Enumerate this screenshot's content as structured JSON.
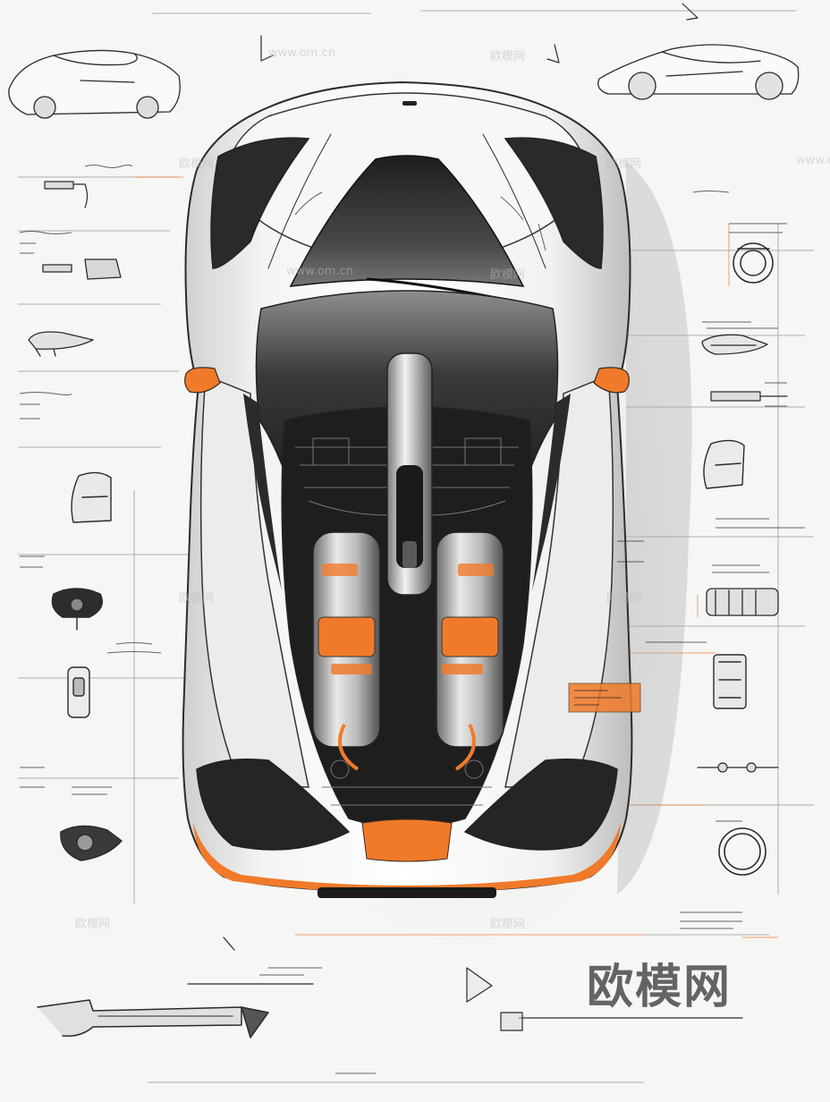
{
  "image": {
    "subject": "supercar top-view technical sketch with cutaway engine and callout part drawings",
    "accent_color": "#f07a2a",
    "ink_color": "#2a2a2a",
    "paper_color": "#f6f6f5"
  },
  "watermark": {
    "logo_text": "欧模网",
    "repeat_text": "欧模网",
    "url_text": "www.om.cn"
  },
  "callout_parts": [
    {
      "name": "side-profile-car-sketch",
      "side": "top-left"
    },
    {
      "name": "side-profile-car-sketch",
      "side": "top-right"
    },
    {
      "name": "wheel-rim",
      "side": "right"
    },
    {
      "name": "headlamp",
      "side": "right"
    },
    {
      "name": "seat",
      "side": "right"
    },
    {
      "name": "engine-block",
      "side": "right"
    },
    {
      "name": "brake-disc",
      "side": "right"
    },
    {
      "name": "wheel-ring",
      "side": "right"
    },
    {
      "name": "tail-lamp",
      "side": "left"
    },
    {
      "name": "seat",
      "side": "left"
    },
    {
      "name": "turbo-unit",
      "side": "left"
    },
    {
      "name": "mirror",
      "side": "left"
    },
    {
      "name": "exhaust-unit",
      "side": "left"
    },
    {
      "name": "suspension-arm",
      "side": "bottom"
    }
  ]
}
